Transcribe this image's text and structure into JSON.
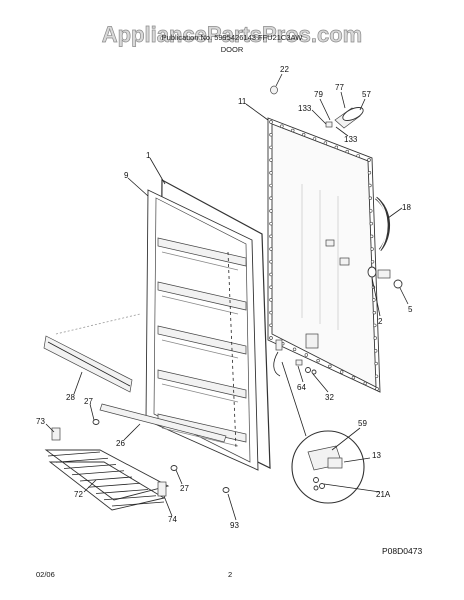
{
  "watermark": "AppliancePartsPros.com",
  "header": {
    "line1": "Publication No. 5995426143  FFU21C3AW",
    "section": "DOOR"
  },
  "callouts": [
    {
      "id": "c22",
      "label": "22"
    },
    {
      "id": "c77",
      "label": "77"
    },
    {
      "id": "c79",
      "label": "79"
    },
    {
      "id": "c57",
      "label": "57"
    },
    {
      "id": "c11",
      "label": "11"
    },
    {
      "id": "c133a",
      "label": "133"
    },
    {
      "id": "c133b",
      "label": "133"
    },
    {
      "id": "c1",
      "label": "1"
    },
    {
      "id": "c9",
      "label": "9"
    },
    {
      "id": "c18",
      "label": "18"
    },
    {
      "id": "c5",
      "label": "5"
    },
    {
      "id": "c2",
      "label": "2"
    },
    {
      "id": "c64",
      "label": "64"
    },
    {
      "id": "c32",
      "label": "32"
    },
    {
      "id": "c28",
      "label": "28"
    },
    {
      "id": "c27a",
      "label": "27"
    },
    {
      "id": "c73",
      "label": "73"
    },
    {
      "id": "c26",
      "label": "26"
    },
    {
      "id": "c27b",
      "label": "27"
    },
    {
      "id": "c72",
      "label": "72"
    },
    {
      "id": "c74",
      "label": "74"
    },
    {
      "id": "c93",
      "label": "93"
    },
    {
      "id": "c59",
      "label": "59"
    },
    {
      "id": "c13",
      "label": "13"
    },
    {
      "id": "c21A",
      "label": "21A"
    }
  ],
  "diagram_code": "P08D0473",
  "footer": {
    "date": "02/06",
    "page": "2"
  }
}
